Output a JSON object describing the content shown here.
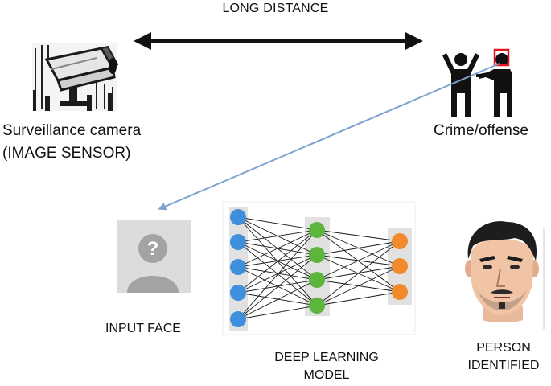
{
  "diagram": {
    "title": "LONG DISTANCE",
    "camera": {
      "label_line1": "Surveillance camera",
      "label_line2": "(IMAGE SENSOR)",
      "icon": "surveillance-camera-icon"
    },
    "crime": {
      "label": "Crime/offense",
      "icon": "crime-scene-icon"
    },
    "input_face": {
      "label": "INPUT FACE",
      "icon": "unknown-person-icon"
    },
    "model": {
      "label_line1": "DEEP LEARNING",
      "label_line2": "MODEL",
      "layers": [
        5,
        4,
        3
      ],
      "layer_colors": [
        "#3f8fdc",
        "#5cb63c",
        "#f08a2a"
      ]
    },
    "person": {
      "label_line1": "PERSON",
      "label_line2": "IDENTIFIED",
      "icon": "identified-face-icon"
    },
    "colors": {
      "arrow": "#111111",
      "capture_line": "#7ea3d1",
      "highlight": "#e8141b"
    }
  }
}
